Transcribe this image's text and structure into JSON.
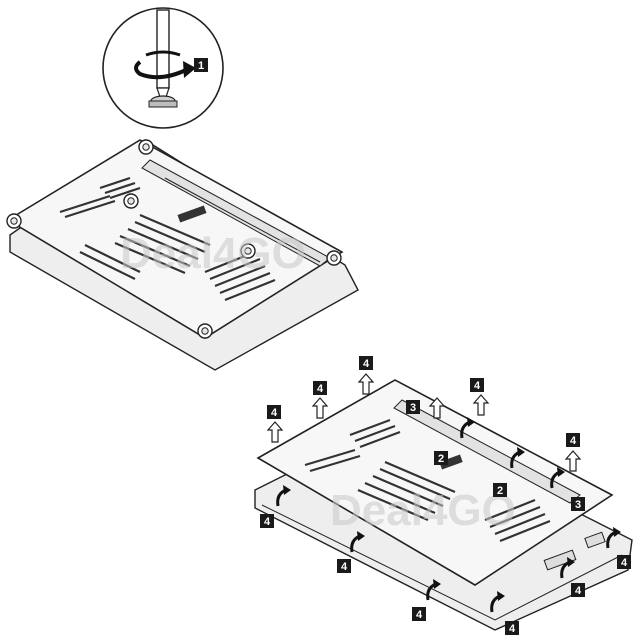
{
  "watermark": "Deal4GO",
  "steps": {
    "s1": "1",
    "s2": "2",
    "s3": "3",
    "s4": "4"
  },
  "colors": {
    "line": "#222222",
    "panel": "#f4f4f4",
    "shade": "#d9d9d9",
    "vent": "#3a3a3a",
    "badge": "#1a1a1a"
  },
  "icons": {
    "screwdriver": "screwdriver-icon",
    "rotate": "rotate-arrow-icon",
    "lift": "lift-arrow-icon",
    "pry": "pry-arrow-icon"
  }
}
